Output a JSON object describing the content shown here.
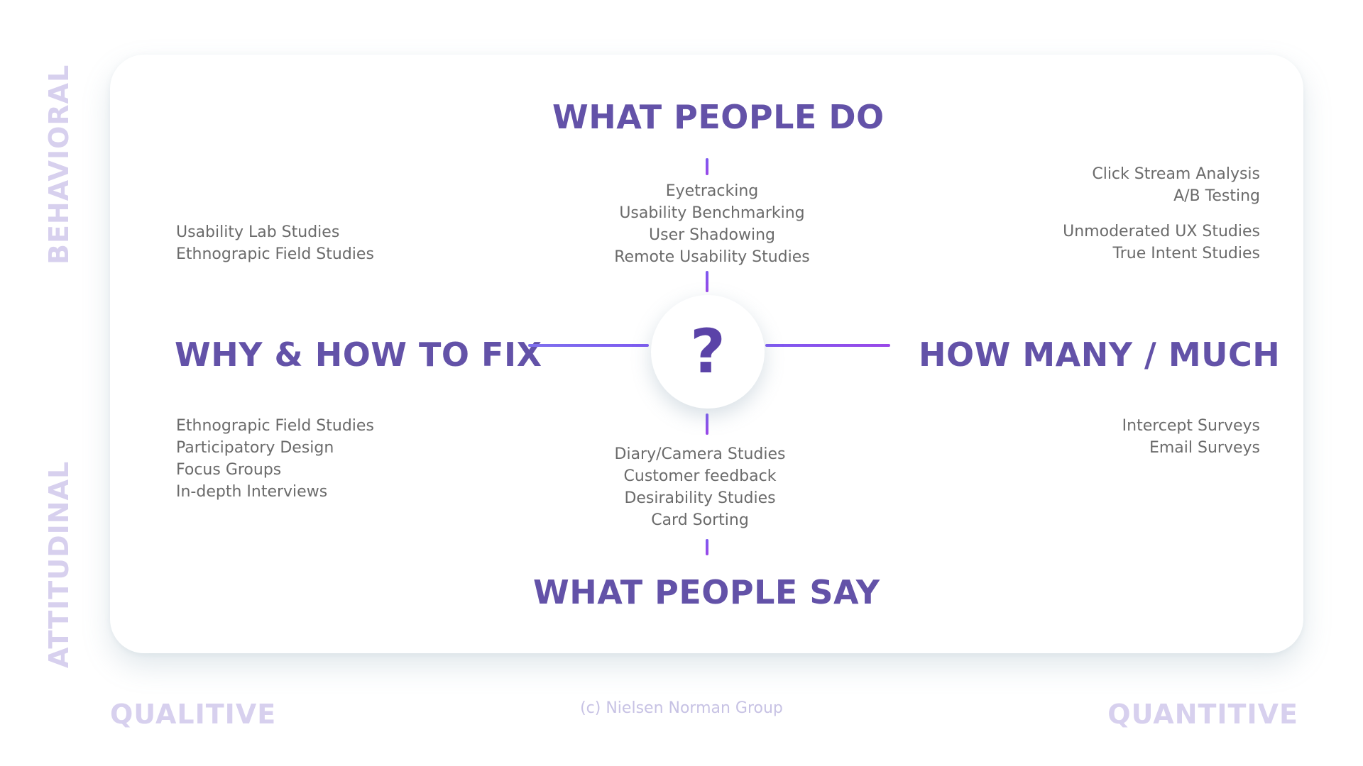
{
  "axes": {
    "behavioral": "BEHAVIORAL",
    "attitudinal": "ATTITUDINAL",
    "qualitive": "QUALITIVE",
    "quantitive": "QUANTITIVE"
  },
  "headings": {
    "top": "WHAT PEOPLE DO",
    "bottom": "WHAT PEOPLE SAY",
    "left": "WHY & HOW TO FIX",
    "right": "HOW MANY / MUCH"
  },
  "center_symbol": "?",
  "lists": {
    "top_center": [
      "Eyetracking",
      "Usability Benchmarking",
      "User Shadowing",
      "Remote Usability Studies"
    ],
    "top_left": [
      "Usability Lab Studies",
      "Ethnograpic Field Studies"
    ],
    "top_right_a": [
      "Click Stream Analysis",
      "A/B Testing"
    ],
    "top_right_b": [
      "Unmoderated UX Studies",
      "True Intent Studies"
    ],
    "bottom_left": [
      "Ethnograpic Field Studies",
      "Participatory Design",
      "Focus Groups",
      "In-depth Interviews"
    ],
    "bottom_center": [
      "Diary/Camera Studies",
      "Customer feedback",
      "Desirability Studies",
      "Card Sorting"
    ],
    "bottom_right": [
      "Intercept Surveys",
      "Email Surveys"
    ]
  },
  "credit": "(c) Nielsen Norman Group",
  "colors": {
    "heading": "#6352a8",
    "axis_label": "#d7d0ee",
    "list_text": "#6b6b6b",
    "accent_start": "#7d5af0",
    "accent_end": "#9a48e8"
  }
}
